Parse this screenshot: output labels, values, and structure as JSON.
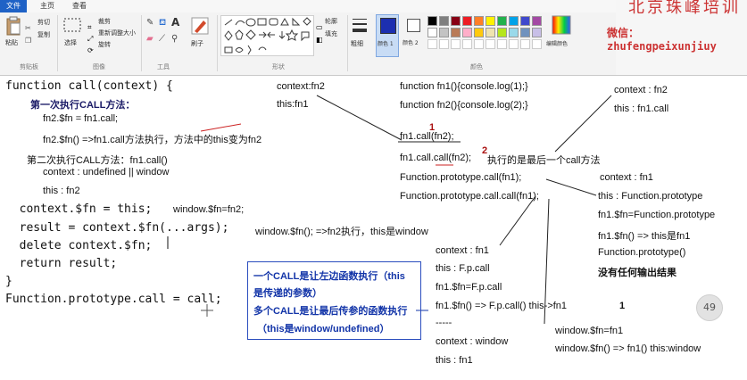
{
  "ribbon": {
    "tabs": [
      "文件",
      "主页",
      "查看"
    ],
    "clipboard": {
      "paste": "粘贴",
      "cut": "剪切",
      "copy": "复制",
      "label": "剪贴板"
    },
    "image": {
      "select": "选择",
      "crop": "裁剪",
      "resize": "重新调整大小",
      "rotate": "旋转",
      "label": "图像"
    },
    "tools": {
      "label": "工具"
    },
    "brush": {
      "label": "刷子"
    },
    "shapes": {
      "outline": "轮廓",
      "fill": "填充",
      "label": "形状"
    },
    "size": {
      "label": "粗细"
    },
    "colors": {
      "color1": "颜色 1",
      "color2": "颜色 2",
      "edit": "编辑颜色",
      "label": "颜色",
      "palette": [
        "#000000",
        "#7f7f7f",
        "#880015",
        "#ed1c24",
        "#ff7f27",
        "#fff200",
        "#22b14c",
        "#00a2e8",
        "#3f48cc",
        "#a349a4",
        "#ffffff",
        "#c3c3c3",
        "#b97a57",
        "#ffaec9",
        "#ffc90e",
        "#efe4b0",
        "#b5e61d",
        "#99d9ea",
        "#7092be",
        "#c8bfe7"
      ]
    }
  },
  "watermark": {
    "line1": "北京珠峰培训",
    "line2": "微信：zhufengpeixunjiuy"
  },
  "code": {
    "line1": "function call(context) {",
    "line2": "  context.$fn = this;",
    "line3": "  result = context.$fn(...args);",
    "line4": "  delete context.$fn;",
    "line5": "  return result;",
    "line6": "}",
    "line7": "Function.prototype.call = call;"
  },
  "notes": {
    "first_call": "第一次执行CALL方法：",
    "fn2_assign": "fn2.$fn = fn1.call;",
    "fn2_exec": "fn2.$fn()    =>fn1.call方法执行，方法中的this变为fn2",
    "second_call": "第二次执行CALL方法：fn1.call()",
    "ctx_undefined": "context : undefined  || window",
    "this_fn2": "this : fn2",
    "window_fn": "window.$fn=fn2;",
    "window_exec": "window.$fn();    =>fn2执行，this是window",
    "ctx_fn2_a": "context:fn2",
    "this_fn1_a": "this:fn1",
    "def_fn1": "function fn1(){console.log(1);}",
    "def_fn2": "function fn2(){console.log(2);}",
    "num1": "1",
    "call_a": "fn1.call(fn2);",
    "num2": "2",
    "call_b": "fn1.call.call(fn2);",
    "call_b_note": "执行的是最后一个call方法",
    "call_c": "Function.prototype.call(fn1);",
    "call_d": "Function.prototype.call.call(fn1);",
    "ctx_fn2_b": "context : fn2",
    "this_fn1call": "this : fn1.call",
    "ctx_fn1_a": "context : fn1",
    "this_fp": "this : Function.prototype",
    "fn1_assign_fp": "fn1.$fn=Function.prototype",
    "fn1_exec_this": "fn1.$fn()  =>  this是fn1",
    "fp_call": "Function.prototype()",
    "no_output": "没有任何输出结果",
    "ctx_fn1_b": "context : fn1",
    "this_fpcall": "this : F.p.call",
    "fn1_assign_fpcall": "fn1.$fn=F.p.call",
    "fn1_exec_fpcall": "fn1.$fn()  =>  F.p.call()   this->fn1",
    "dashes": "-----",
    "ctx_window": "context : window",
    "this_fn1_b": "this : fn1",
    "num3": "1",
    "win_assign_fn1": "window.$fn=fn1",
    "win_exec_fn1": "window.$fn() => fn1()   this:window"
  },
  "callbox": {
    "l1": "一个CALL是让左边函数执行（this",
    "l2": "是传递的参数）",
    "l3": "多个CALL是让最后传参的函数执行",
    "l4": "（this是window/undefined）"
  },
  "zoom": "49"
}
